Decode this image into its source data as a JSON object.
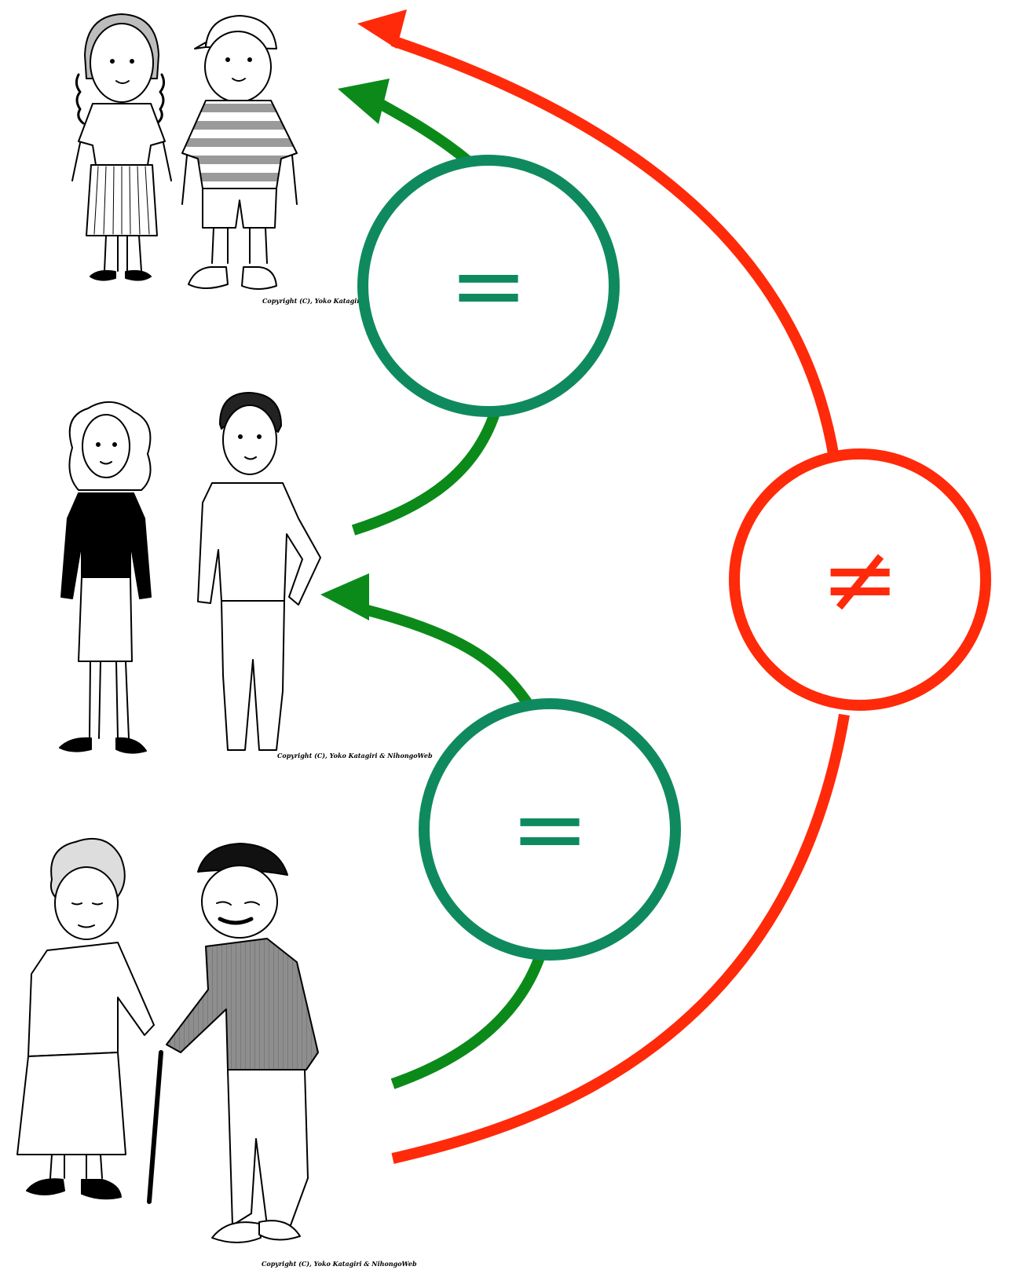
{
  "colors": {
    "equal": "#0f8a5f",
    "equal_arrow": "#0b8a1a",
    "not_equal": "#ff2a0a",
    "ink": "#000000",
    "shade": "#8a8a8a",
    "paper": "#ffffff"
  },
  "pairs": [
    {
      "label": "children",
      "icons": [
        "girl-icon",
        "boy-icon"
      ],
      "copyright": "Copyright (C), Yoko Katagiri &"
    },
    {
      "label": "adults",
      "icons": [
        "woman-icon",
        "man-icon"
      ],
      "copyright": "Copyright (C), Yoko Katagiri & NihongoWeb"
    },
    {
      "label": "elderly",
      "icons": [
        "old-woman-icon",
        "old-man-icon"
      ],
      "copyright": "Copyright (C), Yoko Katagiri & NihongoWeb"
    }
  ],
  "relations": {
    "equal_top": "=",
    "equal_bottom": "=",
    "not_equal": "≠"
  }
}
